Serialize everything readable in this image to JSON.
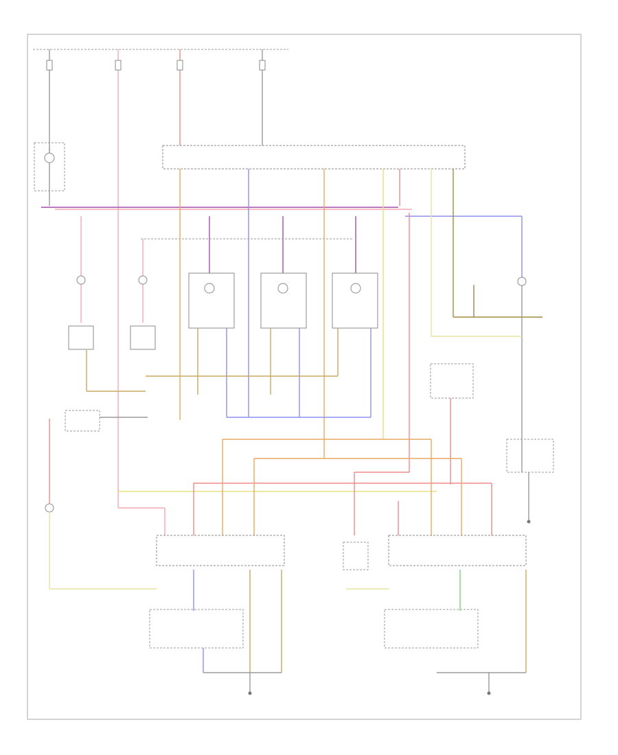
{
  "diagram": {
    "footer_code": "",
    "wire_colors": {
      "black": "#9a9a9a",
      "red": "#f08a8a",
      "pink": "#f4a8b0",
      "violet": "#a04fa8",
      "blue": "#8f8ff0",
      "orange": "#e8a860",
      "tan": "#c8a860",
      "yellow": "#e6e080",
      "light_yellow": "#e8e4a0",
      "olive": "#9e8c40",
      "green": "#80d080",
      "brown": "#a08050"
    },
    "components": [
      {
        "id": "fuse-1",
        "label": ""
      },
      {
        "id": "fuse-2",
        "label": ""
      },
      {
        "id": "fuse-3",
        "label": ""
      },
      {
        "id": "fuse-4",
        "label": ""
      },
      {
        "id": "fuse-block",
        "label": ""
      },
      {
        "id": "central-control-module",
        "label": ""
      },
      {
        "id": "glove-box-light",
        "label": ""
      },
      {
        "id": "left-rear-reading-light",
        "label": ""
      },
      {
        "id": "right-rear-reading-light",
        "label": ""
      },
      {
        "id": "left-rear-door-switch",
        "label": ""
      },
      {
        "id": "right-rear-door-switch",
        "label": ""
      },
      {
        "id": "front-left-dome",
        "label": ""
      },
      {
        "id": "front-center-dome",
        "label": ""
      },
      {
        "id": "front-right-dome",
        "label": ""
      },
      {
        "id": "luggage-light",
        "label": ""
      },
      {
        "id": "switch-box",
        "label": ""
      },
      {
        "id": "driver-door-module",
        "label": ""
      },
      {
        "id": "passenger-door-module",
        "label": ""
      },
      {
        "id": "left-door-light",
        "label": ""
      },
      {
        "id": "right-door-light",
        "label": ""
      },
      {
        "id": "luggage-switch",
        "label": ""
      },
      {
        "id": "ground-left",
        "label": ""
      },
      {
        "id": "ground-right",
        "label": ""
      },
      {
        "id": "ground-trunk",
        "label": ""
      }
    ]
  }
}
